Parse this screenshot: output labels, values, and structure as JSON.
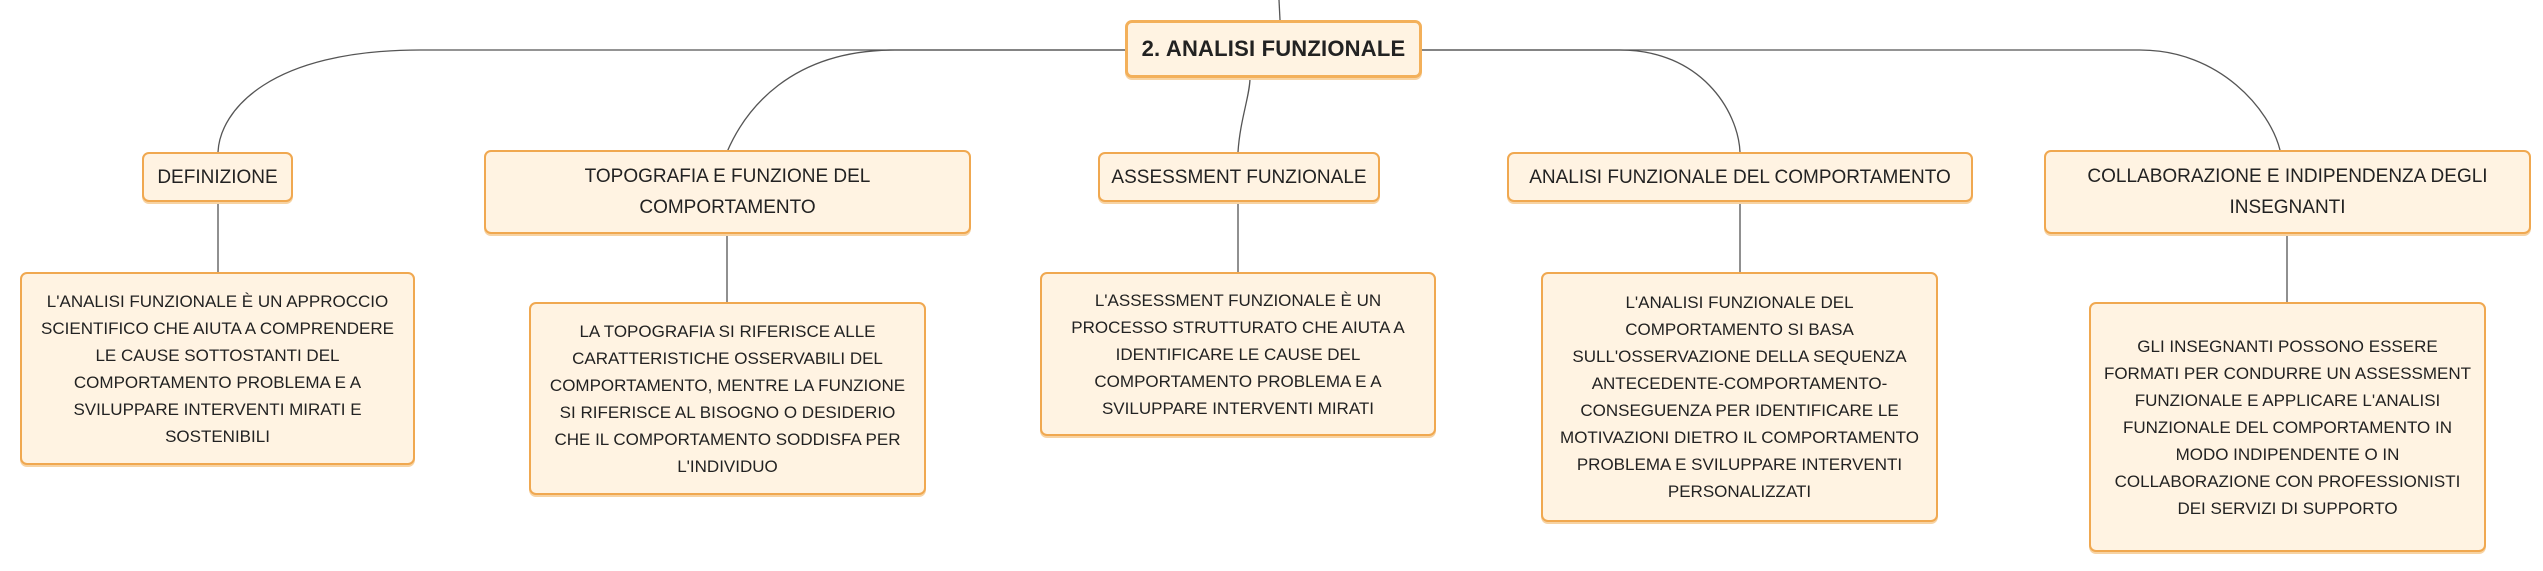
{
  "diagram": {
    "root": {
      "label": "2. ANALISI FUNZIONALE"
    },
    "branches": [
      {
        "label": "DEFINIZIONE",
        "detail": "L'ANALISI FUNZIONALE È UN APPROCCIO SCIENTIFICO CHE AIUTA A COMPRENDERE LE CAUSE SOTTOSTANTI DEL COMPORTAMENTO PROBLEMA E A SVILUPPARE INTERVENTI MIRATI E SOSTENIBILI"
      },
      {
        "label": "TOPOGRAFIA E FUNZIONE DEL COMPORTAMENTO",
        "detail": "LA TOPOGRAFIA SI RIFERISCE ALLE CARATTERISTICHE OSSERVABILI DEL COMPORTAMENTO, MENTRE LA FUNZIONE SI RIFERISCE AL BISOGNO O DESIDERIO CHE IL COMPORTAMENTO SODDISFA PER L'INDIVIDUO"
      },
      {
        "label": "ASSESSMENT FUNZIONALE",
        "detail": "L'ASSESSMENT FUNZIONALE È UN PROCESSO STRUTTURATO CHE AIUTA A IDENTIFICARE LE CAUSE DEL COMPORTAMENTO PROBLEMA E A SVILUPPARE INTERVENTI MIRATI"
      },
      {
        "label": "ANALISI FUNZIONALE DEL COMPORTAMENTO",
        "detail": "L'ANALISI FUNZIONALE DEL COMPORTAMENTO SI BASA SULL'OSSERVAZIONE DELLA SEQUENZA ANTECEDENTE-COMPORTAMENTO-CONSEGUENZA PER IDENTIFICARE LE MOTIVAZIONI DIETRO IL COMPORTAMENTO PROBLEMA E SVILUPPARE INTERVENTI PERSONALIZZATI"
      },
      {
        "label": "COLLABORAZIONE E INDIPENDENZA DEGLI INSEGNANTI",
        "detail": "GLI INSEGNANTI POSSONO ESSERE FORMATI PER CONDURRE UN ASSESSMENT FUNZIONALE E APPLICARE L'ANALISI FUNZIONALE DEL COMPORTAMENTO IN MODO INDIPENDENTE O IN COLLABORAZIONE CON PROFESSIONISTI DEI SERVIZI DI SUPPORTO"
      }
    ],
    "colors": {
      "node_border": "#f0a850",
      "node_fill": "#fff3e2",
      "connector": "#555555",
      "text": "#222222"
    }
  }
}
